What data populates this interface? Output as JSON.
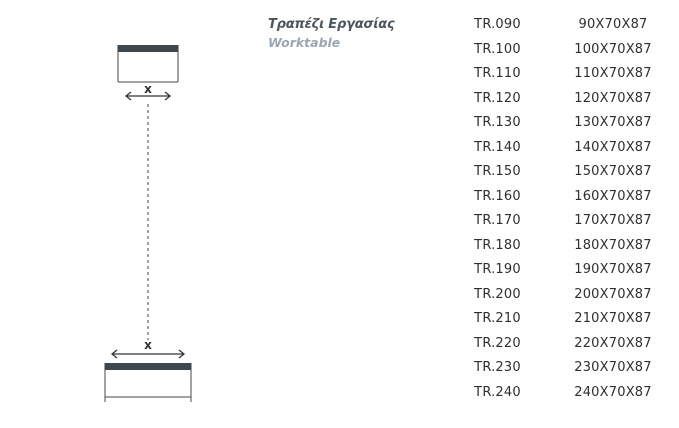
{
  "product": {
    "title_greek": "Τραπέζι Εργασίας",
    "title_english": "Worktable"
  },
  "diagram": {
    "top_width_label": "x",
    "bottom_width_label": "x"
  },
  "spec_rows": [
    {
      "code": "TR.090",
      "dims": "90X70X87"
    },
    {
      "code": "TR.100",
      "dims": "100X70X87"
    },
    {
      "code": "TR.110",
      "dims": "110X70X87"
    },
    {
      "code": "TR.120",
      "dims": "120X70X87"
    },
    {
      "code": "TR.130",
      "dims": "130X70X87"
    },
    {
      "code": "TR.140",
      "dims": "140X70X87"
    },
    {
      "code": "TR.150",
      "dims": "150X70X87"
    },
    {
      "code": "TR.160",
      "dims": "160X70X87"
    },
    {
      "code": "TR.170",
      "dims": "170X70X87"
    },
    {
      "code": "TR.180",
      "dims": "180X70X87"
    },
    {
      "code": "TR.190",
      "dims": "190X70X87"
    },
    {
      "code": "TR.200",
      "dims": "200X70X87"
    },
    {
      "code": "TR.210",
      "dims": "210X70X87"
    },
    {
      "code": "TR.220",
      "dims": "220X70X87"
    },
    {
      "code": "TR.230",
      "dims": "230X70X87"
    },
    {
      "code": "TR.240",
      "dims": "240X70X87"
    }
  ]
}
